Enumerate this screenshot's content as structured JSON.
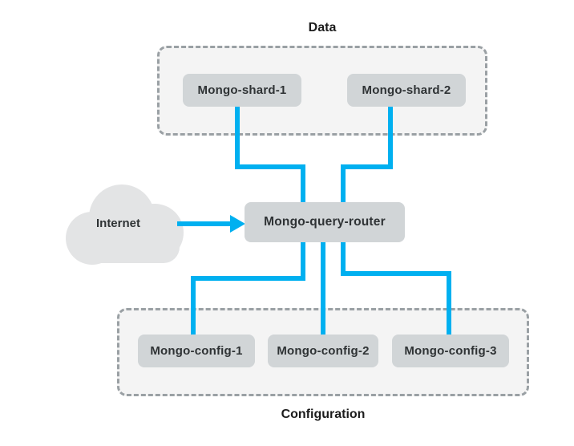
{
  "diagram": {
    "groups": {
      "data": {
        "label": "Data"
      },
      "configuration": {
        "label": "Configuration"
      }
    },
    "cloud": {
      "label": "Internet"
    },
    "nodes": {
      "shard1": "Mongo-shard-1",
      "shard2": "Mongo-shard-2",
      "router": "Mongo-query-router",
      "config1": "Mongo-config-1",
      "config2": "Mongo-config-2",
      "config3": "Mongo-config-3"
    },
    "connections": [
      "Mongo-shard-1 — Mongo-query-router",
      "Mongo-shard-2 — Mongo-query-router",
      "Mongo-query-router — Mongo-config-1",
      "Mongo-query-router — Mongo-config-2",
      "Mongo-query-router — Mongo-config-3",
      "Internet → Mongo-query-router"
    ],
    "colors": {
      "connector": "#00b0f0",
      "node_fill": "#d1d5d7",
      "group_fill": "#f4f4f4",
      "group_border": "#9aa0a4",
      "cloud_fill": "#e3e4e5",
      "text": "#2f3335"
    }
  }
}
